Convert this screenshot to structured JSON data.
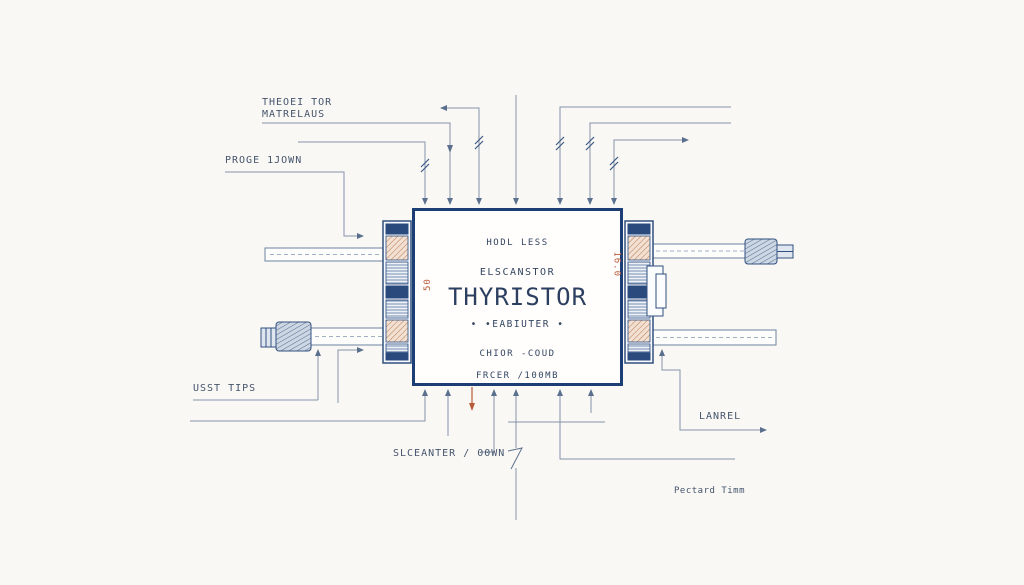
{
  "document": {
    "kind": "technical blueprint diagram",
    "subject": "THYRISTOR component schematic"
  },
  "palette": {
    "background": "#faf8f4",
    "line_gray_blue": "#8494aa",
    "navy": "#1d3e74",
    "accent_red": "#b85a38",
    "label_text": "#44546d"
  },
  "component_box": {
    "top_label": "HODL LESS",
    "upper_label": "ELSCANSTOR",
    "title": "THYRISTOR",
    "subtitle": "• •EABIUTER •",
    "lower_label": "CHIOR -COUD",
    "bottom_label": "FRCER /100MB",
    "left_dim": "50",
    "right_dim": "16.0"
  },
  "callouts": {
    "top_left_line1": "THEOEI TOR",
    "top_left_line2": "MATRELAUS",
    "mid_left": "PROGE 1JOWN",
    "bottom_left": "USST TIPS",
    "bottom_center": "SLCEANTER / 00WN",
    "bottom_right": "LANREL",
    "footnote": "Pectard Timm"
  }
}
